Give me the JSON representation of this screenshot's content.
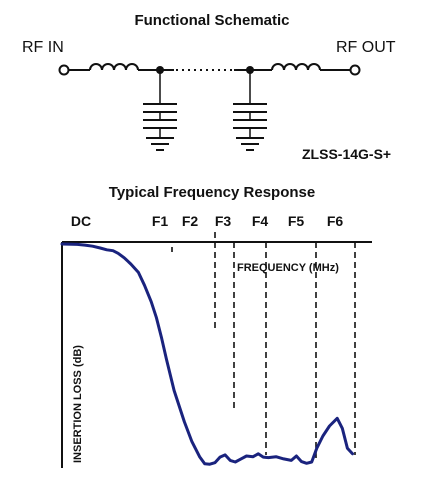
{
  "schematic": {
    "title": "Functional Schematic",
    "input_label": "RF IN",
    "output_label": "RF OUT"
  },
  "model": {
    "name": "ZLSS-14G-S+",
    "color": "#1f6fb5"
  },
  "chart_data": {
    "type": "line",
    "title": "Typical Frequency Response",
    "xlabel": "FREQUENCY (MHz)",
    "ylabel": "INSERTION LOSS (dB)",
    "ticks": [
      "DC",
      "F1",
      "F2",
      "F3",
      "F4",
      "F5",
      "F6"
    ],
    "grid": false,
    "legend": "none",
    "series": [
      {
        "color": "#1a237e",
        "x": [
          0,
          0.3,
          0.45,
          0.6,
          0.75,
          0.88,
          1.0,
          1.1,
          1.22,
          1.35,
          1.5,
          1.62,
          1.75,
          1.85,
          1.95,
          2.05,
          2.2,
          2.4,
          2.55,
          2.7,
          2.8,
          2.9,
          3.0,
          3.1,
          3.2,
          3.3,
          3.4,
          3.5,
          3.62,
          3.75,
          3.85,
          3.95,
          4.05,
          4.2,
          4.35,
          4.5,
          4.6,
          4.7,
          4.8,
          4.9,
          5.0,
          5.12,
          5.25,
          5.4,
          5.5,
          5.6,
          5.7
        ],
        "y": [
          0,
          0.02,
          0.05,
          0.1,
          0.18,
          0.26,
          0.3,
          0.42,
          0.62,
          0.9,
          1.28,
          1.86,
          2.6,
          3.3,
          4.2,
          5.2,
          6.6,
          8.0,
          8.9,
          9.58,
          9.9,
          9.92,
          9.85,
          9.6,
          9.5,
          9.75,
          9.82,
          9.7,
          9.55,
          9.58,
          9.45,
          9.6,
          9.62,
          9.58,
          9.68,
          9.75,
          9.55,
          9.8,
          9.88,
          9.82,
          9.2,
          8.65,
          8.2,
          7.85,
          8.3,
          9.2,
          9.45
        ]
      }
    ]
  }
}
